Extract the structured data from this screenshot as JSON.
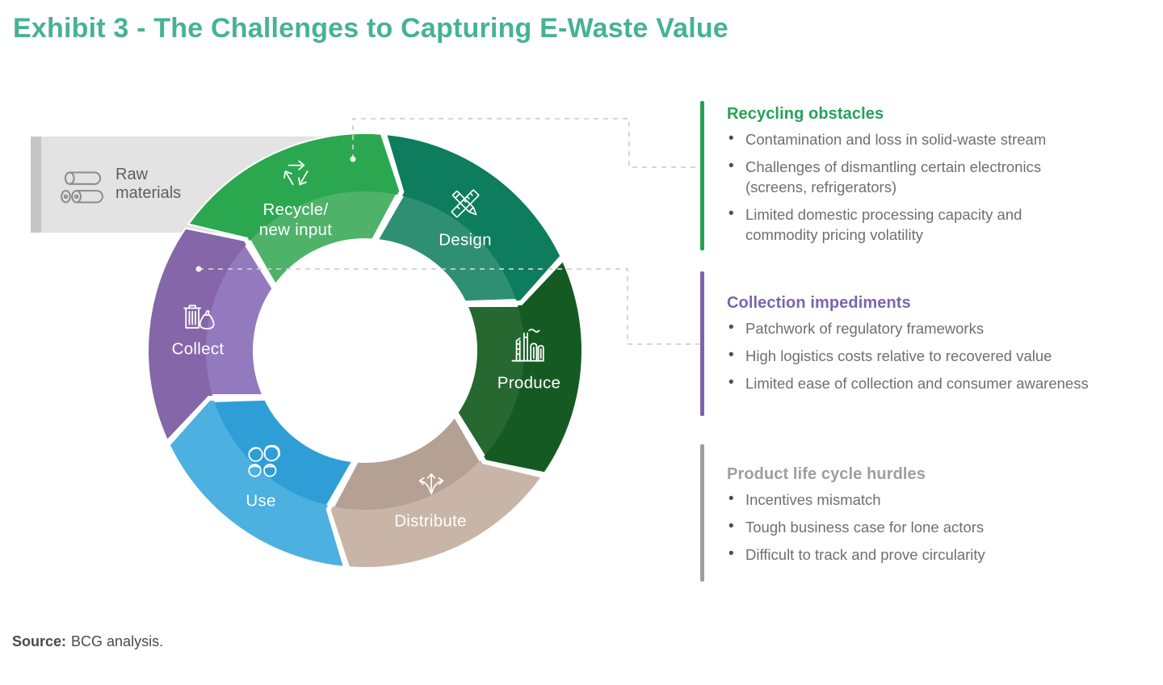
{
  "title": "Exhibit 3 - The Challenges to Capturing E-Waste Value",
  "accent_color": "#46B294",
  "raw_materials": {
    "label": "Raw\nmaterials",
    "icon": "logs-icon"
  },
  "cycle": {
    "segments": [
      {
        "id": "design",
        "label": "Design",
        "icon": "design-icon",
        "color_outer": "#0E7D5D",
        "color_inner": "#2F8F72",
        "start_angle": 5,
        "end_angle": 65
      },
      {
        "id": "produce",
        "label": "Produce",
        "icon": "produce-icon",
        "color_outer": "#165A23",
        "color_inner": "#266830",
        "start_angle": 65,
        "end_angle": 125
      },
      {
        "id": "distribute",
        "label": "Distribute",
        "icon": "distribute-icon",
        "color_outer": "#C9B5A8",
        "color_inner": "#B5A194",
        "start_angle": 125,
        "end_angle": 185
      },
      {
        "id": "use",
        "label": "Use",
        "icon": "use-icon",
        "color_outer": "#4CB0E0",
        "color_inner": "#2F9ED6",
        "start_angle": 185,
        "end_angle": 245
      },
      {
        "id": "collect",
        "label": "Collect",
        "icon": "collect-icon",
        "color_outer": "#8566A8",
        "color_inner": "#9379BD",
        "start_angle": 245,
        "end_angle": 305
      },
      {
        "id": "recycle",
        "label": "Recycle/\nnew input",
        "icon": "recycle-icon",
        "color_outer": "#2BA84F",
        "color_inner": "#4EB369",
        "start_angle": 305,
        "end_angle": 365
      }
    ]
  },
  "connectors": [
    {
      "from": "recycle",
      "to": "recycling-obstacles"
    },
    {
      "from": "collect",
      "to": "collection-impediments"
    }
  ],
  "panels": [
    {
      "id": "recycling-obstacles",
      "heading": "Recycling obstacles",
      "color": "#23A455",
      "bullets": [
        "Contamination and loss in solid-waste stream",
        "Challenges of dismantling certain electronics\n(screens, refrigerators)",
        "Limited domestic processing  capacity and\ncommodity pricing volatility"
      ]
    },
    {
      "id": "collection-impediments",
      "heading": "Collection impediments",
      "color": "#7C64B0",
      "bullets": [
        "Patchwork of regulatory frameworks",
        "High logistics costs relative to recovered value",
        "Limited ease of collection and consumer awareness"
      ]
    },
    {
      "id": "product-life-cycle-hurdles",
      "heading": "Product life cycle hurdles",
      "color": "#9E9E9E",
      "bullets": [
        "Incentives mismatch",
        "Tough business case for lone actors",
        "Difficult to track and prove circularity"
      ]
    }
  ],
  "source": {
    "label": "Source:",
    "text": "BCG analysis."
  }
}
